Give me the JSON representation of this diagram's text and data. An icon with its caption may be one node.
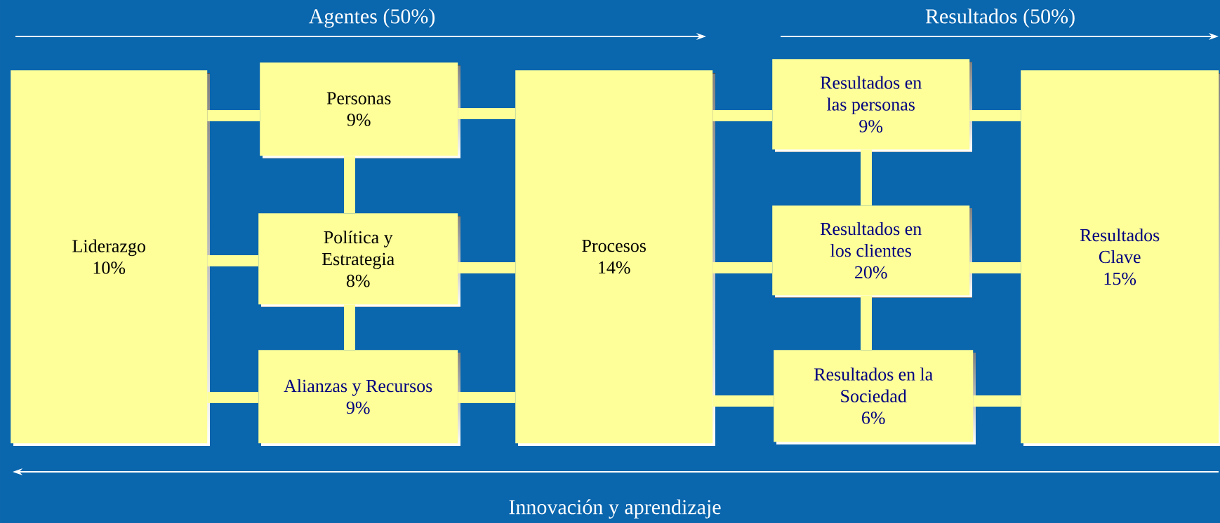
{
  "diagram": {
    "nodes": [
      {
        "text": [
          "Liderazgo",
          "10%"
        ]
      },
      {
        "text": [
          "Personas",
          "9%"
        ]
      },
      {
        "text": [
          "Política y Estrategia",
          "8%"
        ]
      },
      {
        "text": [
          "Alianzas y Recursos",
          "9%"
        ]
      },
      {
        "text": [
          "Procesos",
          "14%"
        ]
      },
      {
        "text": [
          "Resultados en las personas",
          "9%"
        ]
      },
      {
        "text": [
          "Resultados en los clientes",
          "20%"
        ]
      },
      {
        "text": [
          "Resultados en la Sociedad",
          "6%"
        ]
      },
      {
        "text": [
          "Resultados Clave",
          "15%"
        ]
      }
    ],
    "edges": [
      {
        "from": 0,
        "to": 1,
        "arrow": "none"
      },
      {
        "from": 0,
        "to": 2,
        "arrow": "none"
      },
      {
        "from": 0,
        "to": 3,
        "arrow": "none"
      },
      {
        "from": 1,
        "to": 2,
        "arrow": "none"
      },
      {
        "from": 2,
        "to": 3,
        "arrow": "none"
      },
      {
        "from": 1,
        "to": 4,
        "arrow": "none"
      },
      {
        "from": 2,
        "to": 4,
        "arrow": "none"
      },
      {
        "from": 3,
        "to": 4,
        "arrow": "none"
      },
      {
        "from": 4,
        "to": 5,
        "arrow": "none"
      },
      {
        "from": 4,
        "to": 6,
        "arrow": "none"
      },
      {
        "from": 4,
        "to": 7,
        "arrow": "none"
      },
      {
        "from": 5,
        "to": 6,
        "arrow": "none"
      },
      {
        "from": 6,
        "to": 7,
        "arrow": "none"
      },
      {
        "from": 5,
        "to": 8,
        "arrow": "none"
      },
      {
        "from": 6,
        "to": 8,
        "arrow": "none"
      },
      {
        "from": 7,
        "to": 8,
        "arrow": "none"
      }
    ],
    "labels": [
      "Agentes (50%)",
      "Resultados (50%)",
      "Innovación y aprendizaje"
    ]
  }
}
